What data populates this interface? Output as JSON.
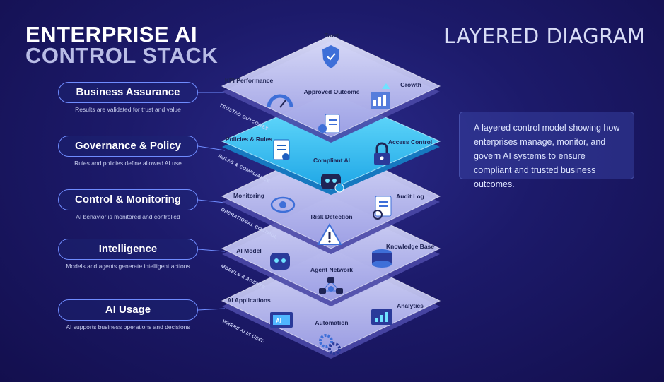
{
  "title": {
    "line1": "ENTERPRISE AI",
    "line2": "CONTROL STACK"
  },
  "subtitle": "LAYERED DIAGRAM",
  "description": "A layered control model showing how enterprises manage, monitor, and govern AI systems to ensure compliant and trusted business outcomes.",
  "layers": [
    {
      "name": "Business Assurance",
      "caption": "Results are validated for trust and value",
      "side_label": "TRUSTED OUTCOMES",
      "items": {
        "top": "Trust",
        "left": "KPI Performance",
        "center": "Approved Outcome",
        "right": "Growth"
      }
    },
    {
      "name": "Governance & Policy",
      "caption": "Rules and policies define allowed AI use",
      "side_label": "RULES & COMPLIANCE",
      "items": {
        "left": "Policies & Rules",
        "center": "Compliant AI",
        "right": "Access Control"
      }
    },
    {
      "name": "Control & Monitoring",
      "caption": "AI behavior is monitored and controlled",
      "side_label": "OPERATIONAL CONTROL",
      "items": {
        "left": "Monitoring",
        "center": "Risk Detection",
        "right": "Audit Log"
      }
    },
    {
      "name": "Intelligence",
      "caption": "Models and agents generate intelligent actions",
      "side_label": "MODELS & AGENTS",
      "items": {
        "left": "AI Model",
        "center": "Agent Network",
        "right": "Knowledge Base"
      }
    },
    {
      "name": "AI Usage",
      "caption": "AI supports business operations and decisions",
      "side_label": "WHERE AI IS USED",
      "items": {
        "left": "AI Applications",
        "center": "Automation",
        "right": "Analytics"
      }
    }
  ],
  "colors": {
    "accent": "#6f8cff",
    "highlight_layer": "#35c4f0",
    "background": "#1c1a6a"
  }
}
